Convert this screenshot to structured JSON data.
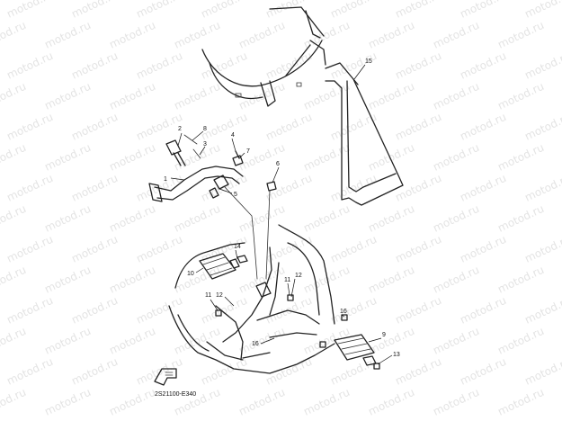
{
  "diagram": {
    "watermark": "motod.ru",
    "figure_code": "2S21100-E340",
    "callouts": [
      {
        "label": "1"
      },
      {
        "label": "2"
      },
      {
        "label": "3"
      },
      {
        "label": "4"
      },
      {
        "label": "5"
      },
      {
        "label": "6"
      },
      {
        "label": "7"
      },
      {
        "label": "8"
      },
      {
        "label": "9"
      },
      {
        "label": "10"
      },
      {
        "label": "11"
      },
      {
        "label": "11"
      },
      {
        "label": "12"
      },
      {
        "label": "12"
      },
      {
        "label": "13"
      },
      {
        "label": "14"
      },
      {
        "label": "15"
      },
      {
        "label": "16"
      },
      {
        "label": "16"
      }
    ],
    "front_icon": "front-arrow-icon"
  }
}
